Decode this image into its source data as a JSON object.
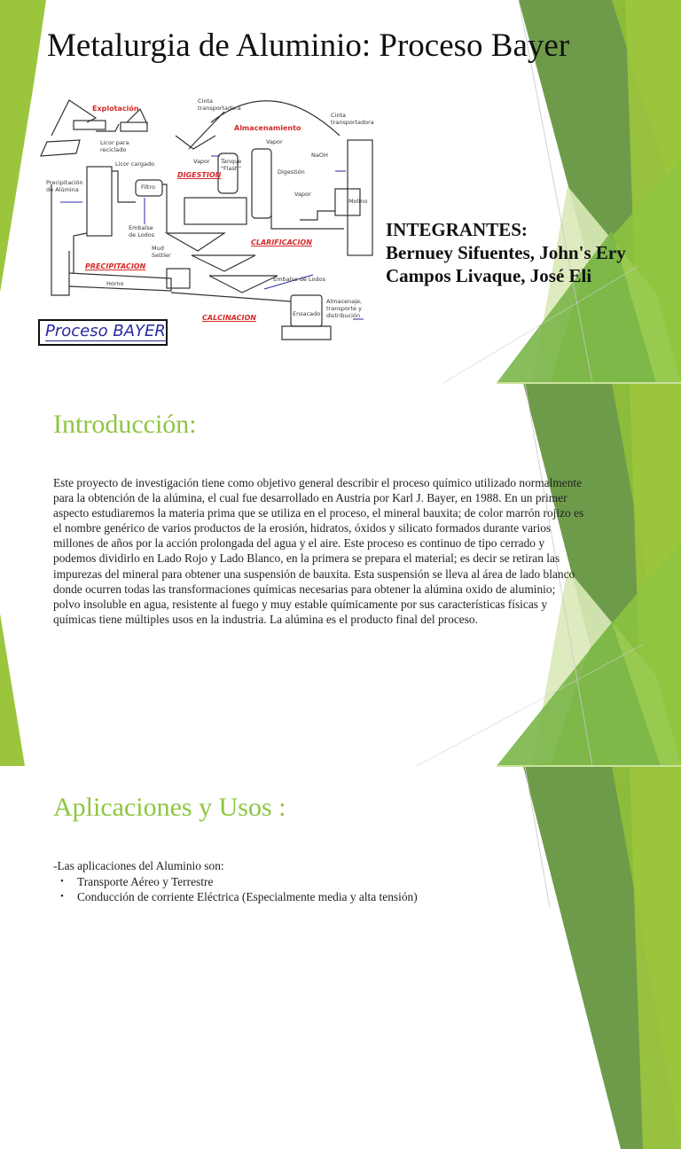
{
  "slides": [
    {
      "title": "Metalurgia de Aluminio: Proceso Bayer",
      "diagram": {
        "caption": "Proceso BAYER",
        "stage_labels": {
          "explotacion": "Explotación",
          "almacenamiento": "Almacenamiento",
          "digestion": "DIGESTION",
          "clarificacion": "CLARIFICACION",
          "precipitacion": "PRECIPITACION",
          "calcinacion": "CALCINACION"
        },
        "labels": {
          "cinta1": "Cinta\ntransportadora",
          "cinta2": "Cinta\ntransportadora",
          "licor_reciclado": "Licor para\nreciclado",
          "licor_cargado": "Licor cargado",
          "vapor1": "Vapor",
          "vapor2": "Vapor",
          "vapor3": "Vapor",
          "tanque": "Tanque\n\"Flash\"",
          "naoh": "NaOH",
          "digestion_small": "Digestión",
          "molino": "Molino",
          "precipitacion_alumina": "Precipitación\nde Alúmina",
          "filtro": "Filtro",
          "embalse_lodos1": "Embalse\nde Lodos",
          "mud_settler": "Mud\nSettler",
          "horno": "Horno",
          "embalse_lodos2": "Embalse de Lodos",
          "ensacado": "Ensacado",
          "almacenaje": "Almacenaje,\ntransporte y\ndistribución"
        }
      },
      "members": {
        "heading": "INTEGRANTES:",
        "names": [
          "Bernuey Sifuentes, John's Ery",
          "Campos Livaque, José Eli"
        ]
      }
    },
    {
      "title": "Introducción:",
      "body": "Este proyecto de investigación tiene como objetivo general describir el proceso químico utilizado normalmente para la obtención de la alúmina, el cual fue desarrollado en Austria por Karl J. Bayer, en 1988. En un primer aspecto estudiaremos la materia prima que se utiliza en el proceso, el mineral bauxita; de color marrón rojizo es el nombre genérico de varios productos de la erosión, hidratos, óxidos y silicato formados durante varios millones de años por la acción prolongada del agua y el aire. Este proceso es continuo de tipo cerrado y podemos dividirlo en Lado Rojo y Lado Blanco, en la primera se prepara el material; es decir se retiran las impurezas del mineral para obtener una suspensión de bauxita. Esta suspensión se lleva al área de lado blanco donde ocurren todas las transformaciones químicas necesarias para obtener la alúmina oxido de aluminio; polvo insoluble en agua, resistente al fuego y muy estable químicamente por sus características físicas y químicas tiene múltiples usos en la industria. La alúmina es el producto final del proceso."
    },
    {
      "title": "Aplicaciones y Usos :",
      "intro": "-Las aplicaciones del Aluminio son:",
      "bullets": [
        "Transporte Aéreo y Terrestre",
        "Conducción de corriente Eléctrica (Especialmente media  y alta tensión)"
      ]
    }
  ],
  "colors": {
    "title_green": "#8dc63f",
    "lime": "#9bc53d",
    "dark_green": "#6e9b4a",
    "mid_green": "#7ab648",
    "light_green": "#d9e9b8",
    "diagram_red": "#d62828",
    "diagram_blue": "#2a2aa0"
  }
}
